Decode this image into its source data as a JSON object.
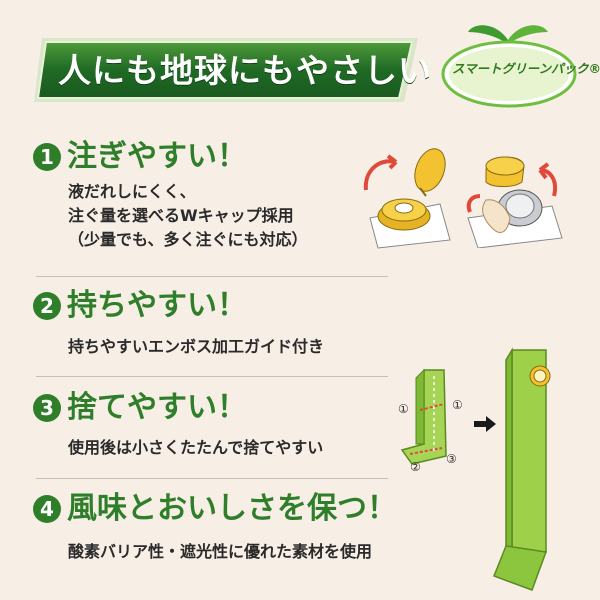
{
  "banner": {
    "title": "人にも地球にもやさしい"
  },
  "logo": {
    "text": "スマートグリーンパック®"
  },
  "features": [
    {
      "number": "1",
      "title": "注ぎやすい！",
      "lines": [
        "液だれしにくく、",
        "注ぐ量を選べるWキャップ採用",
        "（少量でも、多く注ぐにも対応）"
      ]
    },
    {
      "number": "2",
      "title": "持ちやすい！",
      "lines": [
        "持ちやすいエンボス加工ガイド付き"
      ]
    },
    {
      "number": "3",
      "title": "捨てやすい！",
      "lines": [
        "使用後は小さくたたんで捨てやすい"
      ]
    },
    {
      "number": "4",
      "title": "風味とおいしさを保つ！",
      "lines": [
        "酸素バリア性・遮光性に優れた素材を使用"
      ]
    }
  ],
  "fold_labels": [
    "①",
    "①",
    "②",
    "③"
  ],
  "colors": {
    "brand_green": "#2f7f2a",
    "light_green": "#8cc63f",
    "cap_yellow": "#f2c230",
    "background": "#f7eee6"
  }
}
